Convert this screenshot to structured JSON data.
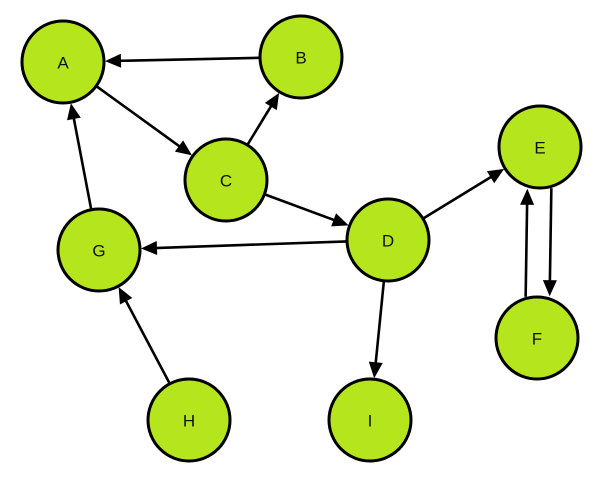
{
  "diagram": {
    "type": "directed-graph",
    "node_fill": "#b5e61d",
    "node_stroke": "#000000",
    "background": "#ffffff",
    "nodes": [
      {
        "id": "A",
        "label": "A"
      },
      {
        "id": "B",
        "label": "B"
      },
      {
        "id": "C",
        "label": "C"
      },
      {
        "id": "D",
        "label": "D"
      },
      {
        "id": "E",
        "label": "E"
      },
      {
        "id": "F",
        "label": "F"
      },
      {
        "id": "G",
        "label": "G"
      },
      {
        "id": "H",
        "label": "H"
      },
      {
        "id": "I",
        "label": "I"
      }
    ],
    "edges": [
      {
        "from": "B",
        "to": "A"
      },
      {
        "from": "A",
        "to": "C"
      },
      {
        "from": "C",
        "to": "B"
      },
      {
        "from": "C",
        "to": "D"
      },
      {
        "from": "D",
        "to": "G"
      },
      {
        "from": "G",
        "to": "A"
      },
      {
        "from": "H",
        "to": "G"
      },
      {
        "from": "D",
        "to": "E"
      },
      {
        "from": "D",
        "to": "I"
      },
      {
        "from": "E",
        "to": "F"
      },
      {
        "from": "F",
        "to": "E"
      }
    ]
  }
}
